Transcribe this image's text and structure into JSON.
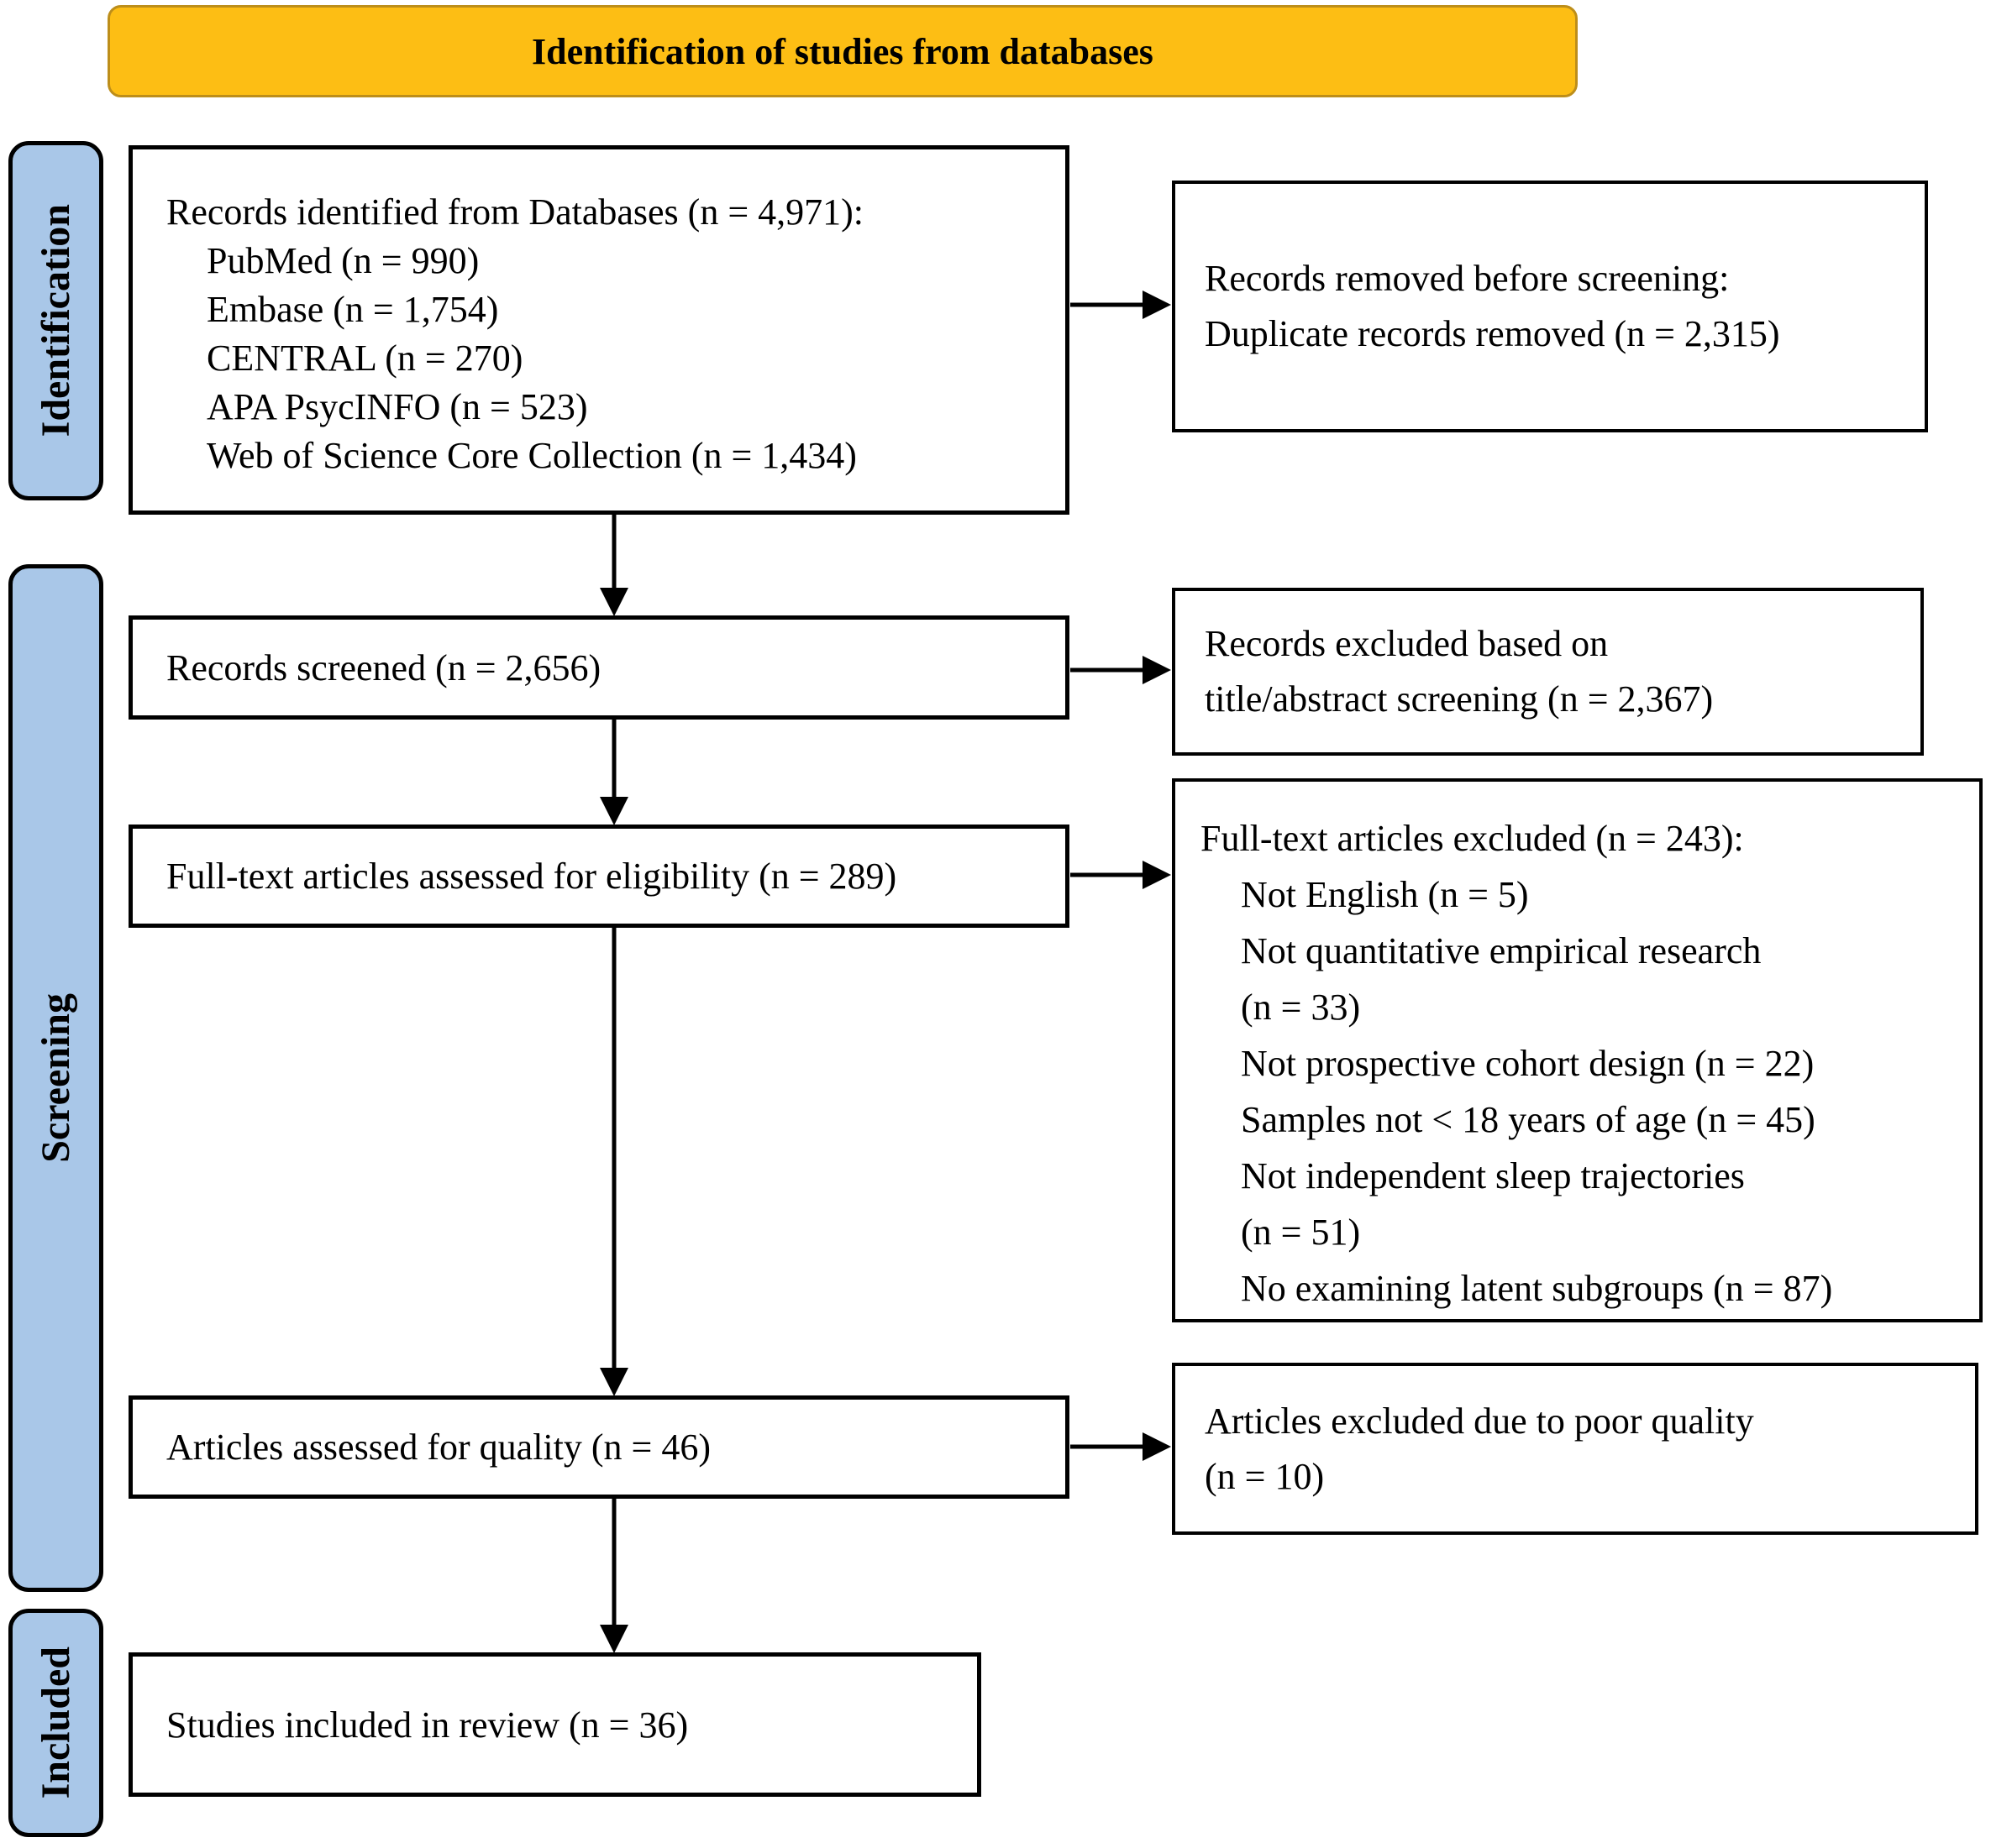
{
  "banner": {
    "title": "Identification of studies from databases"
  },
  "sidebar": {
    "identification": "Identification",
    "screening": "Screening",
    "included": "Included"
  },
  "boxes": {
    "records_identified": {
      "title": "Records identified from Databases (n = 4,971):",
      "items": [
        "PubMed (n = 990)",
        "Embase (n = 1,754)",
        "CENTRAL (n = 270)",
        "APA PsycINFO (n = 523)",
        "Web of Science Core Collection (n = 1,434)"
      ]
    },
    "records_removed": {
      "line1": "Records removed before screening:",
      "line2": "Duplicate records removed (n = 2,315)"
    },
    "records_screened": {
      "text": "Records screened (n = 2,656)"
    },
    "records_excluded_screening": {
      "line1": "Records excluded based on",
      "line2": "title/abstract screening (n = 2,367)"
    },
    "fulltext_assessed": {
      "text": "Full-text articles assessed for eligibility (n = 289)"
    },
    "fulltext_excluded": {
      "title": "Full-text articles excluded (n = 243):",
      "items": [
        "Not English (n = 5)",
        "Not quantitative empirical research",
        "(n = 33)",
        "Not prospective cohort design (n = 22)",
        "Samples not < 18 years of age (n = 45)",
        "Not independent sleep trajectories",
        "(n = 51)",
        "No examining latent subgroups (n = 87)"
      ]
    },
    "quality_assessed": {
      "text": "Articles assessed for quality (n = 46)"
    },
    "quality_excluded": {
      "line1": "Articles excluded due to poor quality",
      "line2": "(n = 10)"
    },
    "included_review": {
      "text": "Studies included in review (n = 36)"
    }
  },
  "colors": {
    "banner_bg": "#FDBE14",
    "banner_border": "#BD8E1A",
    "sidebar_bg": "#A9C7E8",
    "box_border": "#000000"
  }
}
